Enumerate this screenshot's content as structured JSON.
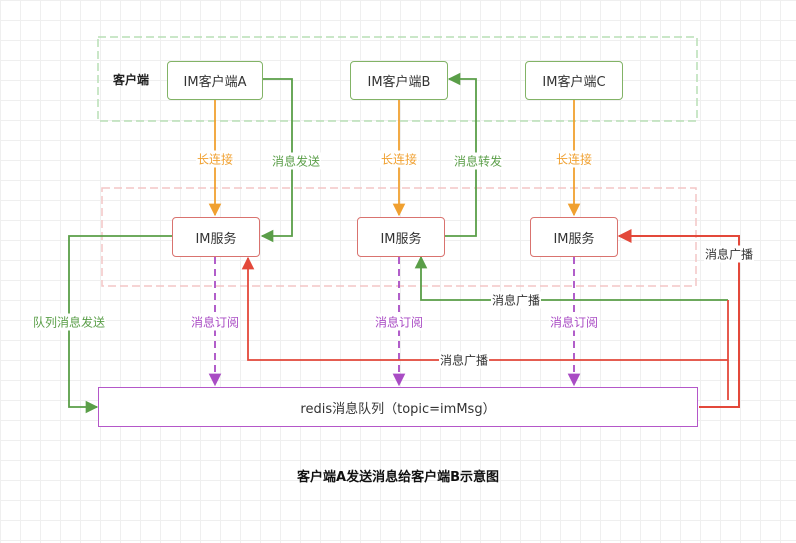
{
  "groups": {
    "client_group_label": "客户端"
  },
  "clients": [
    {
      "label": "IM客户端A"
    },
    {
      "label": "IM客户端B"
    },
    {
      "label": "IM客户端C"
    }
  ],
  "servers": [
    {
      "label": "IM服务"
    },
    {
      "label": "IM服务"
    },
    {
      "label": "IM服务"
    }
  ],
  "queue": {
    "label": "redis消息队列（topic=imMsg）"
  },
  "edge_labels": {
    "long_conn_a": "长连接",
    "long_conn_b": "长连接",
    "long_conn_c": "长连接",
    "msg_send": "消息发送",
    "msg_forward": "消息转发",
    "queue_send": "队列消息发送",
    "subscribe_1": "消息订阅",
    "subscribe_2": "消息订阅",
    "subscribe_3": "消息订阅",
    "broadcast_1": "消息广播",
    "broadcast_2": "消息广播",
    "broadcast_3": "消息广播"
  },
  "caption": "客户端A发送消息给客户端B示意图",
  "colors": {
    "client_border": "#82b366",
    "server_border": "#d9736f",
    "queue_border": "#b457c9",
    "long_conn": "#f0a030",
    "send": "#5a9e48",
    "subscribe": "#a94cc4",
    "broadcast": "#e3483a"
  }
}
